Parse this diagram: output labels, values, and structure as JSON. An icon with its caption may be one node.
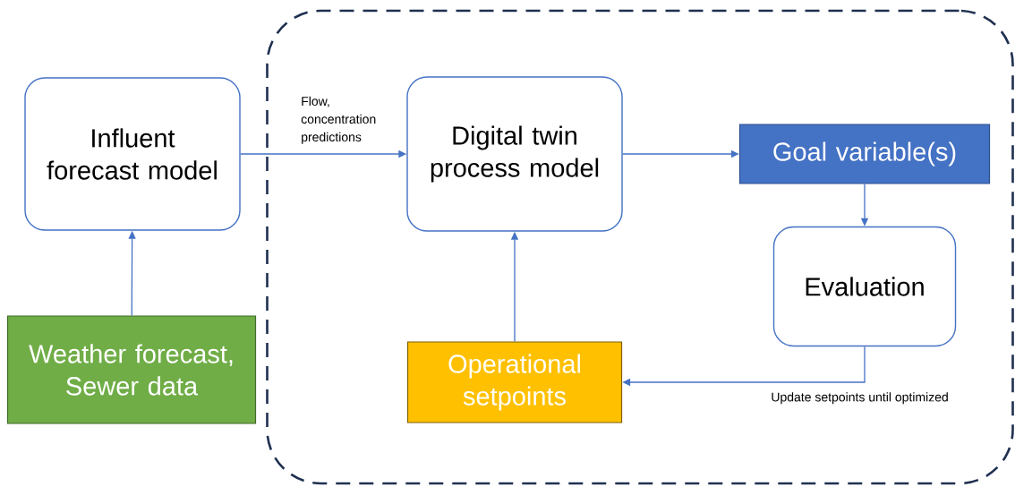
{
  "diagram": {
    "nodes": [
      {
        "text": [
          "Influent forecast model"
        ]
      },
      {
        "text": [],
        "shape": "box"
      },
      {
        "text": [
          "Digital twin process model"
        ],
        "in": 1
      },
      {
        "text": [
          "Goal variable(s)"
        ],
        "in": 1
      },
      {
        "text": [
          "Evaluation"
        ],
        "in": 1
      },
      {
        "text": [
          "Operational setpoints"
        ],
        "in": 1
      },
      {
        "text": [
          "Weather forecast, Sewer data"
        ]
      }
    ],
    "edges": [
      {
        "from": 0,
        "to": 2,
        "arrow": "to",
        "label": "Flow, concentration predictions"
      },
      {
        "from": 2,
        "to": 3,
        "arrow": "to"
      },
      {
        "from": 3,
        "to": 4,
        "arrow": "to"
      },
      {
        "from": 4,
        "to": 5,
        "arrow": "to",
        "label": "Update setpoints until optimized"
      },
      {
        "from": 5,
        "to": 2,
        "arrow": "to"
      },
      {
        "from": 6,
        "to": 0,
        "arrow": "to"
      }
    ]
  }
}
